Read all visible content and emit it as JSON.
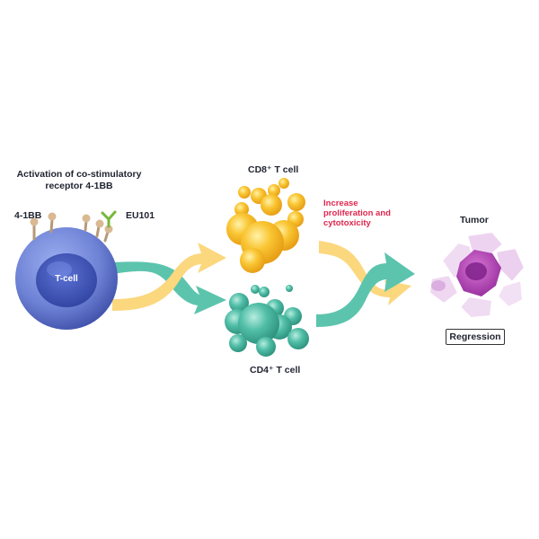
{
  "title": "Activation of co-stimulatory receptor 4-1BB",
  "receptor_label": "4-1BB",
  "drug_label": "EU101",
  "tcell_label": "T-cell",
  "cd8_label": "CD8⁺ T cell",
  "cd4_label": "CD4⁺ T cell",
  "effect_label": "Increase proliferation and cytotoxicity",
  "tumor_label": "Tumor",
  "outcome_label": "Regression",
  "colors": {
    "tcell_outer": "#6f83d6",
    "tcell_inner": "#3f55b8",
    "cd8_cell": "#f7b51f",
    "cd4_cell": "#47b9a2",
    "arrow_teal": "#5cc4ad",
    "arrow_yellow": "#fbd77e",
    "tumor_core": "#b33ab8",
    "tumor_halo": "#e9c8ee",
    "effect_text": "#e0264e"
  }
}
